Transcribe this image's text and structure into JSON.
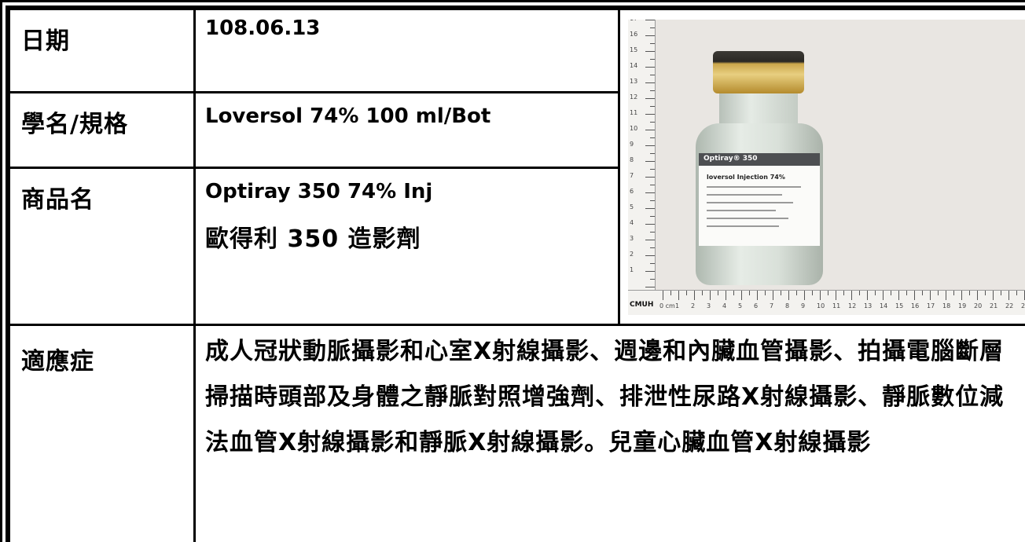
{
  "rows": {
    "date": {
      "label": "日期",
      "value": "108.06.13"
    },
    "generic": {
      "label": "學名/規格",
      "value": "Loversol 74% 100 ml/Bot"
    },
    "brand": {
      "label": "商品名",
      "value_en": "Optiray 350 74% Inj",
      "value_zh": "歐得利 350 造影劑"
    },
    "indication": {
      "label": "適應症",
      "value": "成人冠狀動脈攝影和心室X射線攝影、週邊和內臟血管攝影、拍攝電腦斷層掃描時頭部及身體之靜脈對照增強劑、排泄性尿路X射線攝影、靜脈數位減法血管X射線攝影和靜脈X射線攝影。兒童心臟血管X射線攝影"
    }
  },
  "photo": {
    "ruler_label": "CMUH",
    "ruler_start": "0 cm",
    "bottle_brand": "Optiray® 350",
    "bottle_name": "loversol Injection 74%"
  }
}
